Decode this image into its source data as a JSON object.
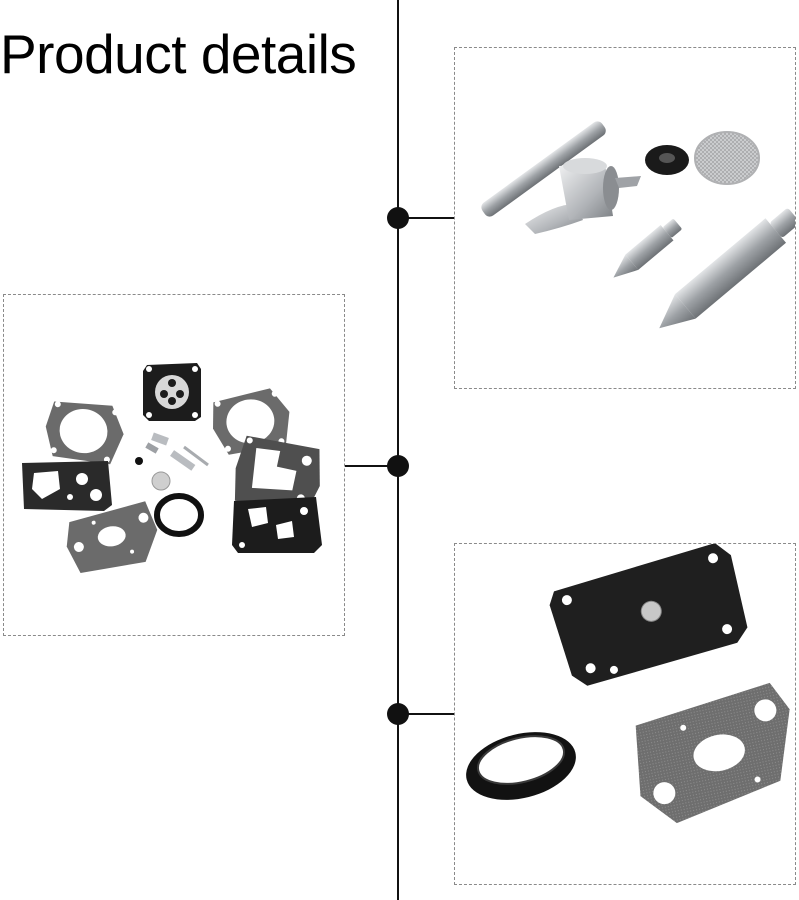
{
  "page": {
    "title": "Product details"
  },
  "colors": {
    "line": "#111111",
    "gasket": "#6b6b6b",
    "rubber": "#1c1c1c",
    "metal": "#b9bcc0"
  },
  "panels": [
    {
      "id": "full-kit",
      "icon": "carburetor-kit-image"
    },
    {
      "id": "needle-parts",
      "icon": "needle-valve-parts-image"
    },
    {
      "id": "diaphragm-gaskets",
      "icon": "diaphragm-gasket-image"
    }
  ]
}
